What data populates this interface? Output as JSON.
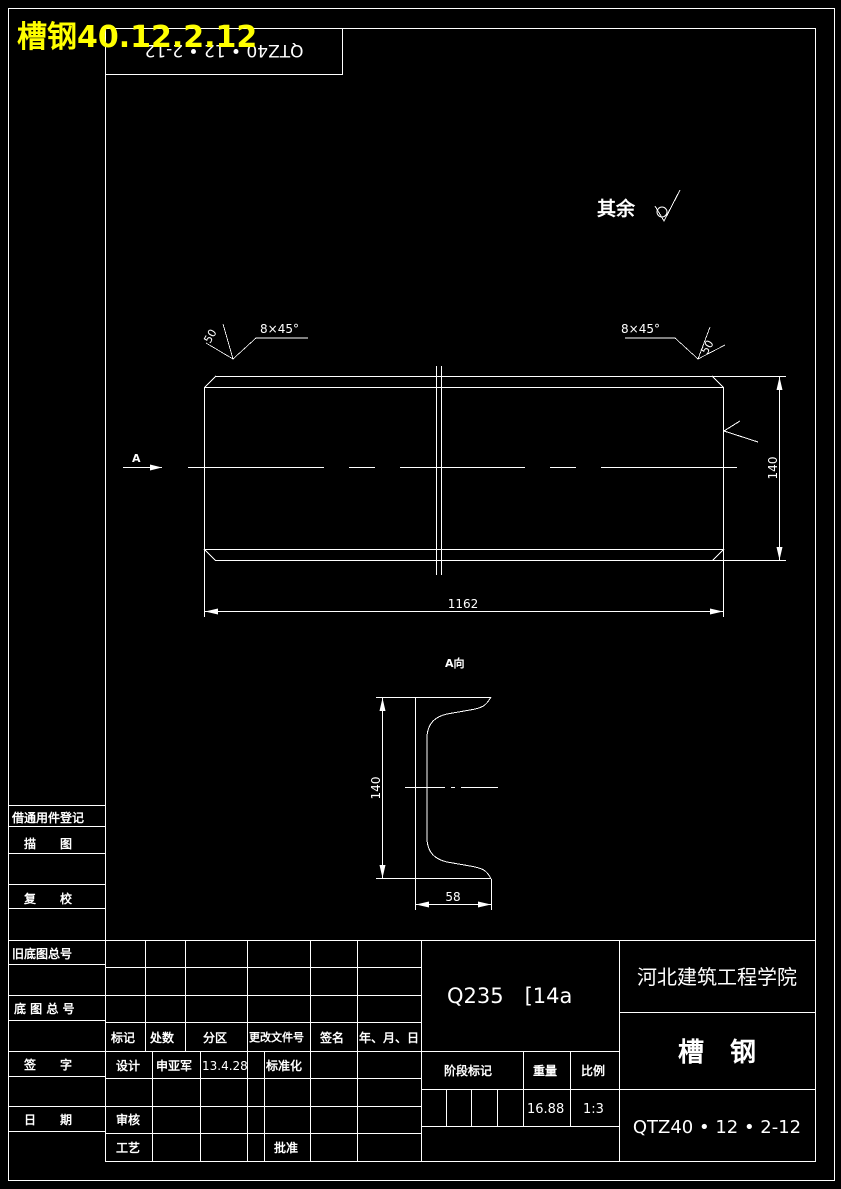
{
  "overlay_title": "槽钢40.12.2.12",
  "title_tab_mirrored": "QTZ40 • 12 • 2-12",
  "roughness_note": "其余",
  "chamfer_left": "8×45°",
  "chamfer_right": "8×45°",
  "roughness_left": "50",
  "roughness_right": "50",
  "section_marker": "A",
  "dim_height_main": "140",
  "dim_length_main": "1162",
  "view_a_label": "A向",
  "dim_height_view": "140",
  "dim_width_view": "58",
  "left_strip": {
    "row1": "借通用件登记",
    "row2": "描　　图",
    "row3": "复　　校",
    "row4": "旧底图总号",
    "row5": "底 图 总 号",
    "row6": "签　　字",
    "row7": "日　　期"
  },
  "title_block": {
    "material": "Q235　[14a",
    "institution": "河北建筑工程学院",
    "part_name": "槽　钢",
    "drawing_number": "QTZ40 • 12 • 2-12",
    "col_mark": "标记",
    "col_count": "处数",
    "col_zone": "分区",
    "col_change_doc": "更改文件号",
    "col_sign": "签名",
    "col_date": "年、月、日",
    "design_label": "设计",
    "designer": "申亚军",
    "design_date": "13.4.28",
    "standardize_label": "标准化",
    "review_label": "审核",
    "process_label": "工艺",
    "approve_label": "批准",
    "stage_label": "阶段标记",
    "weight_label": "重量",
    "scale_label": "比例",
    "weight_value": "16.88",
    "scale_value": "1:3"
  }
}
